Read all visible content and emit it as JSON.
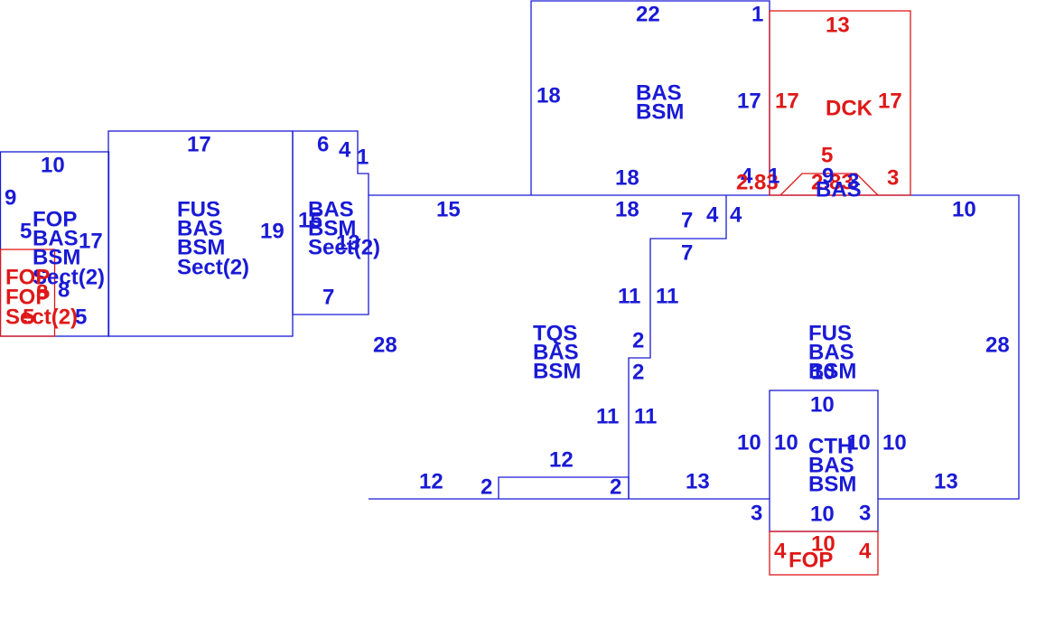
{
  "colors": {
    "main": "#1a1ad6",
    "accent": "#e01818",
    "background": "#ffffff"
  },
  "areas": {
    "fop_left": {
      "codes": [
        "FOP",
        "BAS",
        "BSM",
        "Sect(2)"
      ],
      "dims": [
        "10",
        "9",
        "5",
        "17",
        "8",
        "5"
      ]
    },
    "fop_red_left": {
      "codes": [
        "FOP",
        "FOP",
        "Sect(2)"
      ],
      "dims": [
        "5",
        "8"
      ]
    },
    "fus_left": {
      "codes": [
        "FUS",
        "BAS",
        "BSM",
        "Sect(2)"
      ],
      "dims": [
        "17",
        "19"
      ]
    },
    "bas_small": {
      "codes": [
        "BAS",
        "BSM",
        "Sect(2)"
      ],
      "dims": [
        "6",
        "4",
        "1",
        "15",
        "13",
        "7"
      ]
    },
    "bas_top": {
      "codes": [
        "BAS",
        "BSM"
      ],
      "dims": [
        "22",
        "1",
        "18",
        "17",
        "18",
        "4"
      ]
    },
    "dck": {
      "codes": [
        "DCK"
      ],
      "dims": [
        "13",
        "17",
        "17",
        "5",
        "2.83",
        "2.83",
        "3"
      ]
    },
    "bas_bay": {
      "codes": [
        "BAS"
      ],
      "dims": [
        "1",
        "9",
        "3"
      ]
    },
    "tqs": {
      "codes": [
        "TQS",
        "BAS",
        "BSM"
      ],
      "dims": [
        "15",
        "18",
        "7",
        "4",
        "4",
        "28",
        "11",
        "11",
        "2",
        "2",
        "11",
        "11",
        "12",
        "12",
        "2",
        "2",
        "7"
      ]
    },
    "fus_main": {
      "codes": [
        "FUS",
        "BAS",
        "BSM"
      ],
      "dims": [
        "10",
        "28",
        "13",
        "13",
        "10"
      ]
    },
    "cth": {
      "codes": [
        "CTH",
        "BAS",
        "BSM"
      ],
      "dims": [
        "10",
        "10",
        "10",
        "10",
        "10",
        "3",
        "10",
        "3"
      ]
    },
    "fop_bottom": {
      "codes": [
        "FOP"
      ],
      "dims": [
        "4",
        "10",
        "4"
      ]
    }
  }
}
